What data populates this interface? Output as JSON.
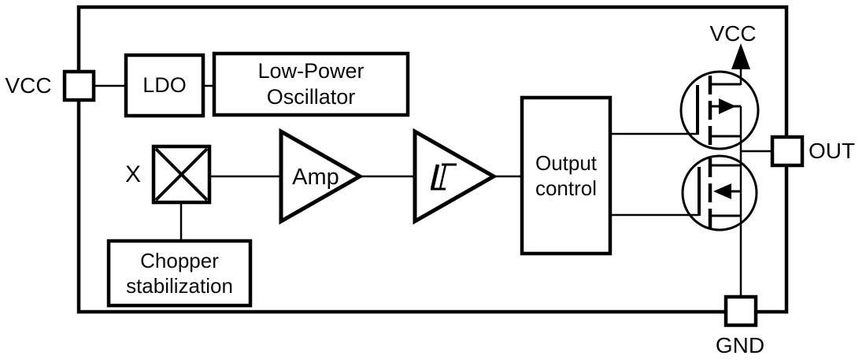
{
  "pins": {
    "vcc_left": "VCC",
    "vcc_top": "VCC",
    "out": "OUT",
    "gnd": "GND"
  },
  "blocks": {
    "ldo": "LDO",
    "oscillator": {
      "line1": "Low-Power",
      "line2": "Oscillator"
    },
    "mixer": "X",
    "amplifier": "Amp",
    "output_control": {
      "line1": "Output",
      "line2": "control"
    },
    "chopper": {
      "line1": "Chopper",
      "line2": "stabilization"
    }
  },
  "icons": {
    "schmitt_trigger": "hysteresis-icon",
    "vcc_arrow": "up-arrow-icon",
    "high_side_transistor": "mosfet-icon-arrow-right",
    "low_side_transistor": "mosfet-icon-arrow-left"
  },
  "colors": {
    "line": "#000000",
    "background": "#ffffff",
    "text": "#0a0a0a"
  }
}
